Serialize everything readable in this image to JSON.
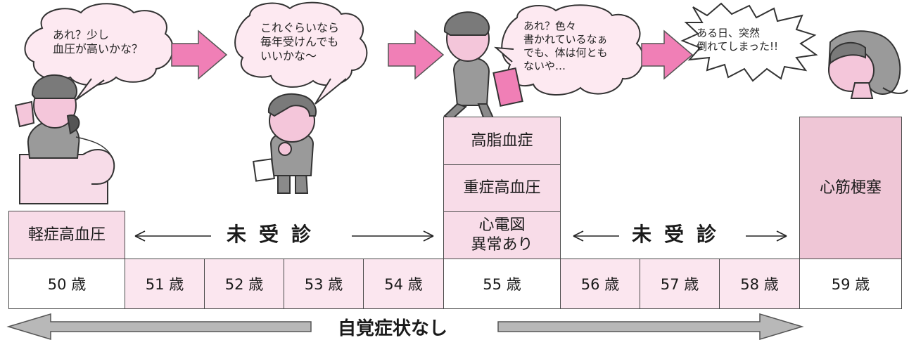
{
  "bubbles": [
    {
      "text": "あれ？少し\n血圧が高いかな？"
    },
    {
      "text": "これぐらいなら\n毎年受けんでも\nいいかな～"
    },
    {
      "text": "あれ？色々\n書かれているなぁ\nでも、体は何とも\nないや…"
    },
    {
      "text": "ある日、突然\n倒れてしまった!!"
    }
  ],
  "ages": [
    "50 歳",
    "51 歳",
    "52 歳",
    "53 歳",
    "54 歳",
    "55 歳",
    "56 歳",
    "57 歳",
    "58 歳",
    "59 歳"
  ],
  "conditions": {
    "age50": "軽症高血圧",
    "age55_top": "高脂血症",
    "age55_mid": "重症高血圧",
    "age55_bottom": "心電図\n異常あり",
    "age59": "心筋梗塞"
  },
  "unvisited_left": "未受診",
  "unvisited_right": "未受診",
  "no_symptoms": "自覚症状なし",
  "colors": {
    "pink_light": "#fbe6ef",
    "pink_mid": "#f8dce8",
    "pink_dark": "#efc6d6",
    "arrow_pink": "#f07fb6",
    "arrow_gray": "#b8b8b8"
  }
}
